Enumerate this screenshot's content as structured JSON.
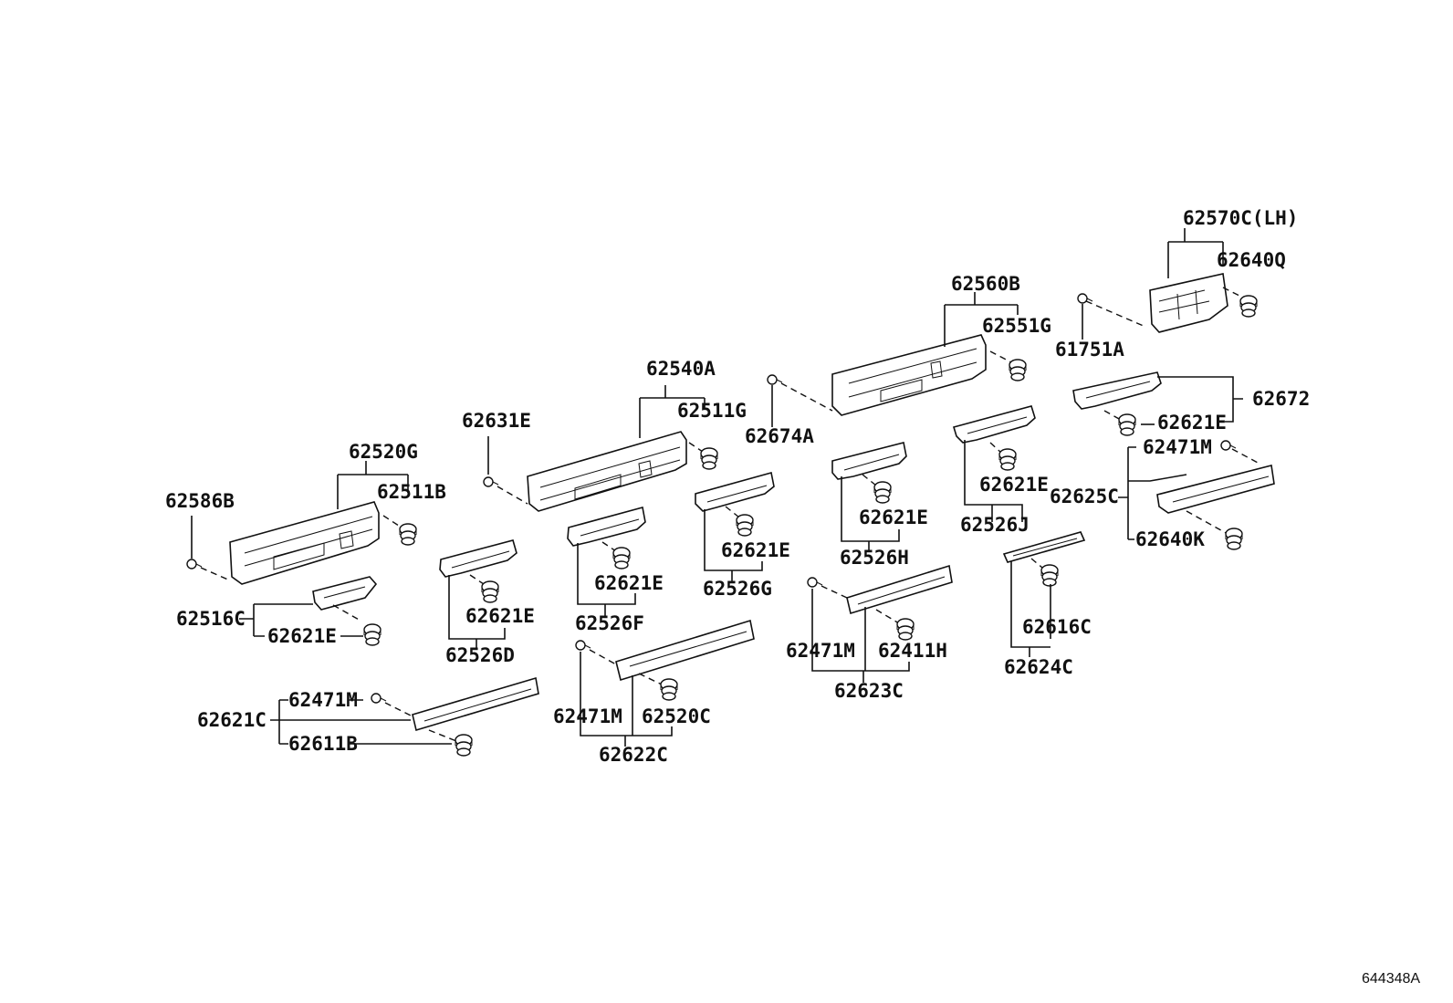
{
  "labels": {
    "p62570C": "62570C(LH)",
    "p62640Q": "62640Q",
    "p61751A": "61751A",
    "p62560B": "62560B",
    "p62551G": "62551G",
    "p62674A": "62674A",
    "p62672": "62672",
    "p62621E_a": "62621E",
    "p62471M_a": "62471M",
    "p62625C": "62625C",
    "p62640K": "62640K",
    "p62621E_b": "62621E",
    "p62526J": "62526J",
    "p62621E_c": "62621E",
    "p62526H": "62526H",
    "p62540A": "62540A",
    "p62511G": "62511G",
    "p62631E": "62631E",
    "p62520G": "62520G",
    "p62511B": "62511B",
    "p62586B": "62586B",
    "p62516C": "62516C",
    "p62621E_d": "62621E",
    "p62621E_e": "62621E",
    "p62526D": "62526D",
    "p62621E_f": "62621E",
    "p62526F": "62526F",
    "p62621E_g": "62621E",
    "p62526G": "62526G",
    "p62471M_b": "62471M",
    "p62411H": "62411H",
    "p62623C": "62623C",
    "p62616C": "62616C",
    "p62624C": "62624C",
    "p62471M_c": "62471M",
    "p62520C": "62520C",
    "p62622C": "62622C",
    "p62471M_d": "62471M",
    "p62621C": "62621C",
    "p62611B": "62611B"
  },
  "diagram_ref": "644348A"
}
